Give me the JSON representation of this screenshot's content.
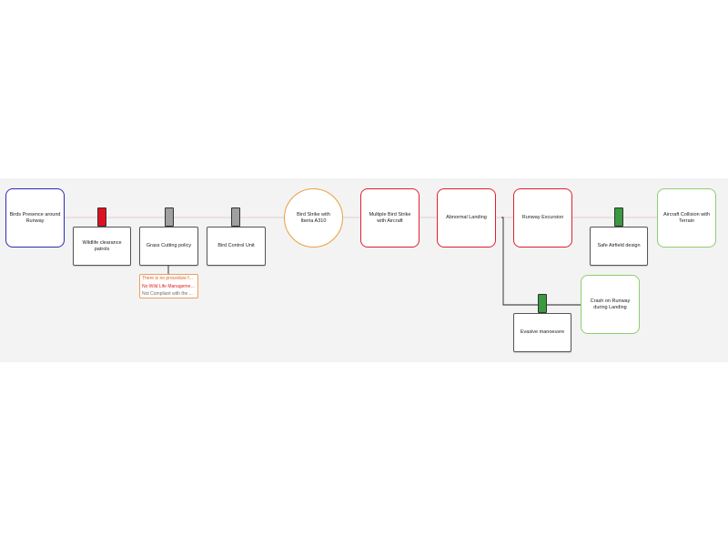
{
  "colors": {
    "hazard": "#2a2ab8",
    "top_event": "#e8a040",
    "threat_consequence": "#e02030",
    "recovery": "#90cc70",
    "barrier_ineffective": "#e01020",
    "barrier_unknown": "#a0a0a0",
    "barrier_effective": "#3a9a40",
    "factor_orange": "#e06020",
    "factor_red": "#e02020",
    "factor_dark": "#707070"
  },
  "nodes": {
    "hazard": "Birds Presence around Runway",
    "barrier_wildlife": "Wildlife clearance patrols",
    "barrier_grass": "Grass Cutting policy",
    "barrier_bird_control": "Bird Control Unit",
    "top_event": "Bird Strike with Iberia A310",
    "multiple_strike": "Multiple Bird Strike with Aircraft",
    "abnormal_landing": "Abnormal Landing",
    "runway_excursion": "Runway Excursion",
    "barrier_safe_airfield": "Safe Airfield design",
    "collision_terrain": "Aircraft Collision with Terrain",
    "barrier_evasive": "Evasive manoeuvre",
    "crash_runway": "Crash on Runway during Landing"
  },
  "factors": [
    "There is no procedure f...",
    "No Wild Life Management...",
    "Not Compliant with the ..."
  ]
}
